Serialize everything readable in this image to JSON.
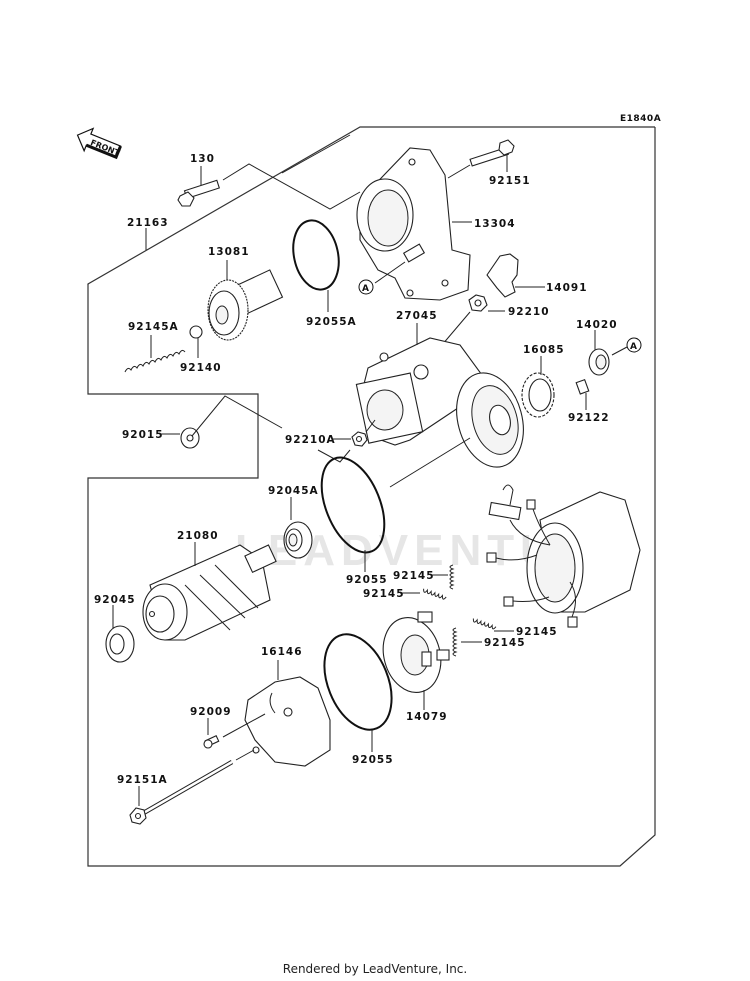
{
  "diagram": {
    "code": "E1840A",
    "front_label": "FRONT",
    "watermark": "LEADVENTURE",
    "callouts": {
      "p130": "130",
      "p92151": "92151",
      "p21163": "21163",
      "p13304": "13304",
      "p13081": "13081",
      "p92055A": "92055A",
      "p14091": "14091",
      "p92145A": "92145A",
      "p92140": "92140",
      "p27045": "27045",
      "p92210": "92210",
      "p14020": "14020",
      "p16085": "16085",
      "p92122": "92122",
      "p92015": "92015",
      "p92210A": "92210A",
      "p92045A": "92045A",
      "p21080": "21080",
      "p92055_top": "92055",
      "p92145_1": "92145",
      "p92145_2": "92145",
      "p92145_3": "92145",
      "p92145_4": "92145",
      "p92045": "92045",
      "p16146": "16146",
      "p14079": "14079",
      "p92009": "92009",
      "p92055_bot": "92055",
      "p92151A": "92151A"
    },
    "ref_marker": "A"
  },
  "footer": {
    "text": "Rendered by LeadVenture, Inc."
  }
}
